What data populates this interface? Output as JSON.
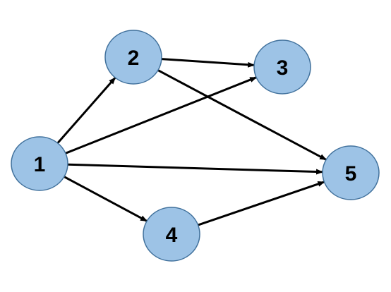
{
  "colors": {
    "node_fill": "#9DC3E6",
    "node_stroke": "#41719C",
    "edge": "#000000",
    "label": "#000000"
  },
  "nodes": [
    {
      "id": "1",
      "label": "1"
    },
    {
      "id": "2",
      "label": "2"
    },
    {
      "id": "3",
      "label": "3"
    },
    {
      "id": "4",
      "label": "4"
    },
    {
      "id": "5",
      "label": "5"
    }
  ],
  "edges": [
    {
      "from": "1",
      "to": "2"
    },
    {
      "from": "1",
      "to": "3"
    },
    {
      "from": "1",
      "to": "5"
    },
    {
      "from": "1",
      "to": "4"
    },
    {
      "from": "2",
      "to": "3"
    },
    {
      "from": "2",
      "to": "5"
    },
    {
      "from": "4",
      "to": "5"
    }
  ]
}
